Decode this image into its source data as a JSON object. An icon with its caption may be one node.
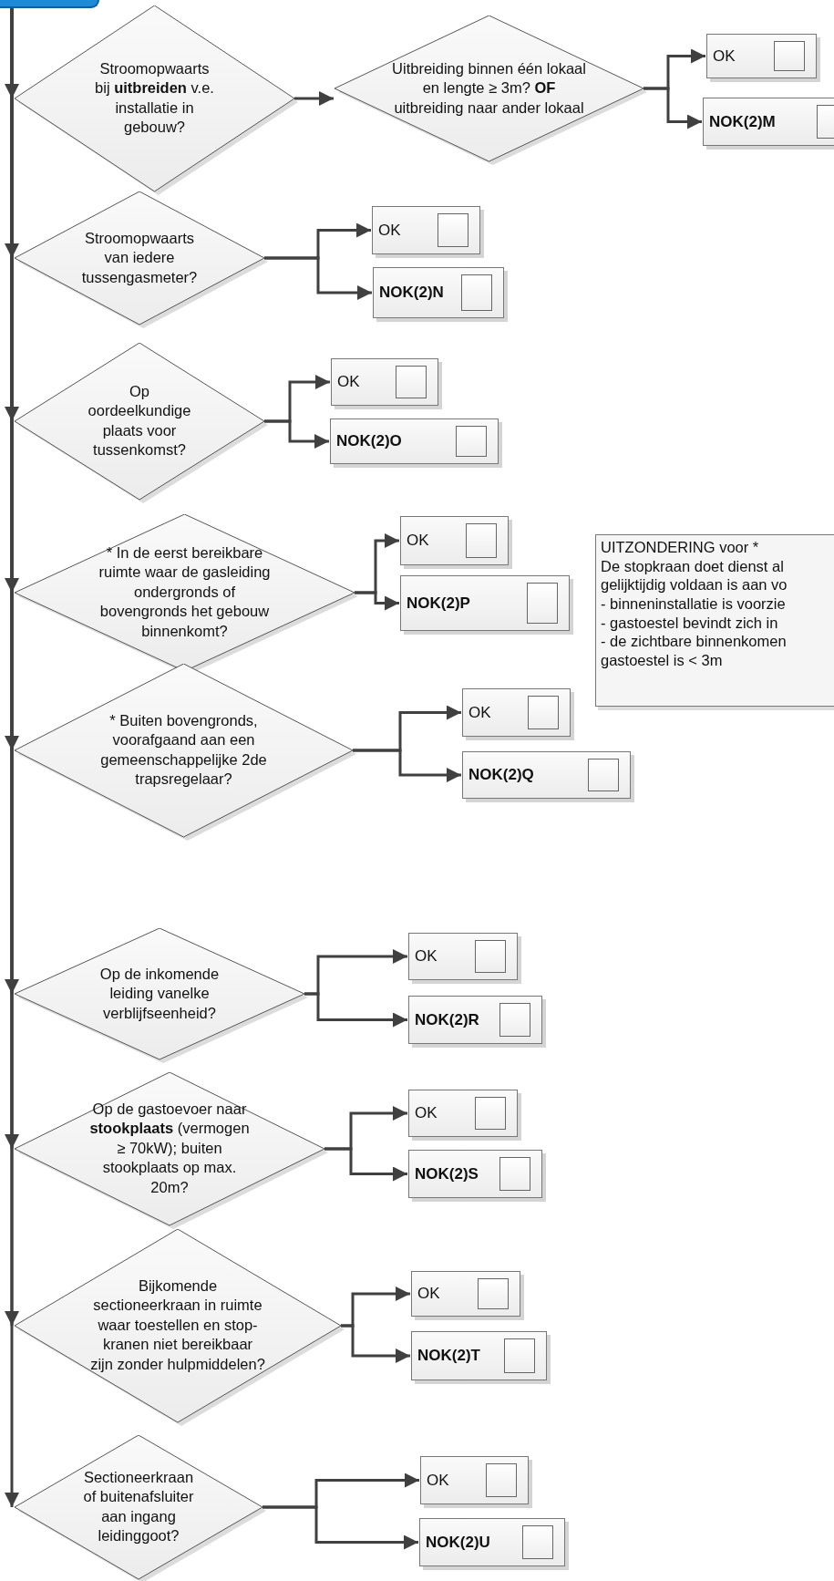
{
  "diagram": {
    "nodes": [
      {
        "text": [],
        "shape": "box"
      },
      {
        "text": [
          "Stroomopwaarts bij **uitbreiden** v.e. installatie in gebouw?"
        ]
      },
      {
        "text": [
          "Uitbreiding binnen één lokaal en lengte ≥ 3m? **OF** uitbreiding naar ander lokaal"
        ]
      },
      {
        "text": [
          "OK"
        ]
      },
      {
        "text": [
          "NOK(2)M"
        ]
      },
      {
        "text": [
          "Stroomopwaarts van iedere tussengasmeter?"
        ]
      },
      {
        "text": [
          "OK"
        ]
      },
      {
        "text": [
          "NOK(2)N"
        ]
      },
      {
        "text": [
          "Op oordeelkundige plaats voor tussenkomst?"
        ]
      },
      {
        "text": [
          "OK"
        ]
      },
      {
        "text": [
          "NOK(2)O"
        ]
      },
      {
        "text": [
          "* In de eerst bereikbare ruimte waar de gasleiding ondergronds of bovengronds het gebouw binnenkomt?"
        ]
      },
      {
        "text": [
          "OK"
        ]
      },
      {
        "text": [
          "NOK(2)P"
        ]
      },
      {
        "text": [
          "UITZONDERING voor *",
          "De stopkraan doet dienst al",
          "gelijktijdig voldaan is aan vo",
          "- binneninstallatie is voorzie",
          "- gastoestel bevindt zich in",
          "- de zichtbare binnenkomen",
          "gastoestel is < 3m"
        ]
      },
      {
        "text": [
          "* Buiten bovengronds, voorafgaand aan een gemeenschappelijke 2de trapsregelaar?"
        ]
      },
      {
        "text": [
          "OK"
        ]
      },
      {
        "text": [
          "NOK(2)Q"
        ]
      },
      {
        "text": [
          "Op de inkomende leiding vanelke verblijfseenheid?"
        ]
      },
      {
        "text": [
          "OK"
        ]
      },
      {
        "text": [
          "NOK(2)R"
        ]
      },
      {
        "text": [
          "Op de gastoevoer naar **stookplaats** (vermogen ≥ 70kW); buiten stookplaats op max. 20m?"
        ]
      },
      {
        "text": [
          "OK"
        ]
      },
      {
        "text": [
          "NOK(2)S"
        ]
      },
      {
        "text": [
          "Bijkomende sectioneerkraan in ruimte waar toestellen en stop- kranen niet bereikbaar zijn zonder hulpmiddelen?"
        ]
      },
      {
        "text": [
          "OK"
        ]
      },
      {
        "text": [
          "NOK(2)T"
        ]
      },
      {
        "text": [
          "Sectioneerkraan of buitenafsluiter aan ingang leidinggoot?"
        ]
      },
      {
        "text": [
          "OK"
        ]
      },
      {
        "text": [
          "NOK(2)U"
        ]
      }
    ],
    "edges": [
      {
        "from": 0,
        "to": 1,
        "arrow": "to"
      },
      {
        "from": 1,
        "to": 2,
        "arrow": "to"
      },
      {
        "from": 2,
        "to": 3,
        "arrow": "to"
      },
      {
        "from": 2,
        "to": 4,
        "arrow": "to"
      },
      {
        "from": 0,
        "to": 5,
        "arrow": "to"
      },
      {
        "from": 5,
        "to": 6,
        "arrow": "to"
      },
      {
        "from": 5,
        "to": 7,
        "arrow": "to"
      },
      {
        "from": 0,
        "to": 8,
        "arrow": "to"
      },
      {
        "from": 8,
        "to": 9,
        "arrow": "to"
      },
      {
        "from": 8,
        "to": 10,
        "arrow": "to"
      },
      {
        "from": 0,
        "to": 11,
        "arrow": "to"
      },
      {
        "from": 11,
        "to": 12,
        "arrow": "to"
      },
      {
        "from": 11,
        "to": 13,
        "arrow": "to"
      },
      {
        "from": 0,
        "to": 15,
        "arrow": "to"
      },
      {
        "from": 15,
        "to": 16,
        "arrow": "to"
      },
      {
        "from": 15,
        "to": 17,
        "arrow": "to"
      },
      {
        "from": 0,
        "to": 18,
        "arrow": "to"
      },
      {
        "from": 18,
        "to": 19,
        "arrow": "to"
      },
      {
        "from": 18,
        "to": 20,
        "arrow": "to"
      },
      {
        "from": 0,
        "to": 21,
        "arrow": "to"
      },
      {
        "from": 21,
        "to": 22,
        "arrow": "to"
      },
      {
        "from": 21,
        "to": 23,
        "arrow": "to"
      },
      {
        "from": 0,
        "to": 24,
        "arrow": "to"
      },
      {
        "from": 24,
        "to": 25,
        "arrow": "to"
      },
      {
        "from": 24,
        "to": 26,
        "arrow": "to"
      },
      {
        "from": 0,
        "to": 27,
        "arrow": "to"
      },
      {
        "from": 27,
        "to": 28,
        "arrow": "to"
      },
      {
        "from": 27,
        "to": 29,
        "arrow": "to"
      }
    ]
  }
}
